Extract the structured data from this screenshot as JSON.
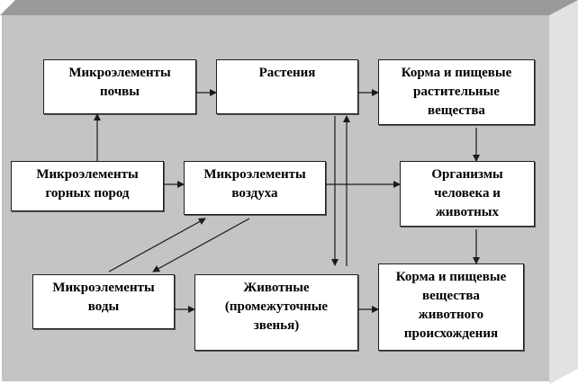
{
  "diagram": {
    "title": "",
    "colors": {
      "background": "#c4c4c4",
      "top_bevel": "#9a9a9a",
      "side_bevel": "#e2e2e2",
      "box_fill": "#ffffff",
      "line": "#1a1a1a"
    },
    "nodes": [
      {
        "id": "soil",
        "label": "Микроэлементы\nпочвы"
      },
      {
        "id": "plants",
        "label": "Растения"
      },
      {
        "id": "plant-feed",
        "label": "Корма и пищевые\nрастительные\nвещества"
      },
      {
        "id": "rocks",
        "label": "Микроэлементы\nгорных пород"
      },
      {
        "id": "air",
        "label": "Микроэлементы\nвоздуха"
      },
      {
        "id": "organisms",
        "label": "Организмы\nчеловека и\nживотных"
      },
      {
        "id": "water",
        "label": "Микроэлементы\nводы"
      },
      {
        "id": "animals",
        "label": "Животные\n(промежуточные\nзвенья)"
      },
      {
        "id": "animal-feed",
        "label": "Корма и пищевые\nвещества\nживотного\nпроисхождения"
      }
    ],
    "edges": [
      {
        "from": "soil",
        "to": "plants"
      },
      {
        "from": "plants",
        "to": "plant-feed"
      },
      {
        "from": "rocks",
        "to": "soil"
      },
      {
        "from": "rocks",
        "to": "air"
      },
      {
        "from": "air",
        "to": "organisms"
      },
      {
        "from": "plant-feed",
        "to": "organisms"
      },
      {
        "from": "organisms",
        "to": "animal-feed"
      },
      {
        "from": "water",
        "to": "air"
      },
      {
        "from": "air",
        "to": "water"
      },
      {
        "from": "water",
        "to": "animals"
      },
      {
        "from": "animals",
        "to": "animal-feed"
      },
      {
        "from": "plants",
        "to": "animals"
      },
      {
        "from": "animals",
        "to": "plants"
      }
    ]
  }
}
